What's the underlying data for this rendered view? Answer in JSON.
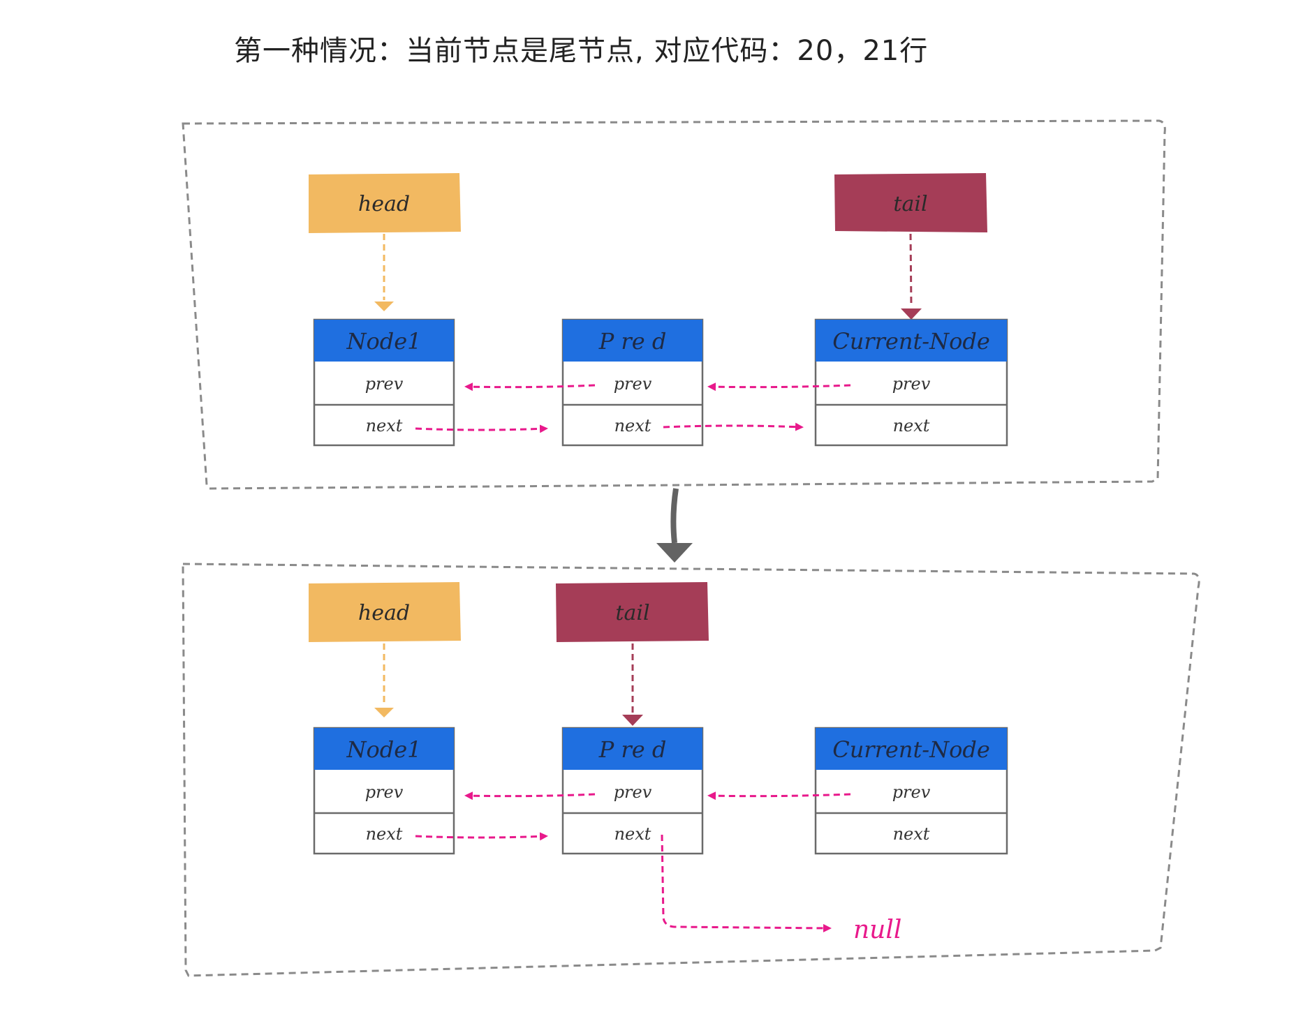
{
  "title": "第一种情况：当前节点是尾节点, 对应代码：20，21行",
  "colors": {
    "head": "#f2b961",
    "tail": "#a53d57",
    "node_header": "#1f6fe0",
    "pointer_pink": "#e8198b",
    "frame": "#8a8a8a"
  },
  "panels": [
    {
      "head_label": "head",
      "tail_label": "tail",
      "nodes": [
        {
          "title": "Node1",
          "prev": "prev",
          "next": "next"
        },
        {
          "title": "P re d",
          "prev": "prev",
          "next": "next"
        },
        {
          "title": "Current-Node",
          "prev": "prev",
          "next": "next"
        }
      ]
    },
    {
      "head_label": "head",
      "tail_label": "tail",
      "nodes": [
        {
          "title": "Node1",
          "prev": "prev",
          "next": "next"
        },
        {
          "title": "P re d",
          "prev": "prev",
          "next": "next"
        },
        {
          "title": "Current-Node",
          "prev": "prev",
          "next": "next"
        }
      ],
      "null_label": "null"
    }
  ]
}
